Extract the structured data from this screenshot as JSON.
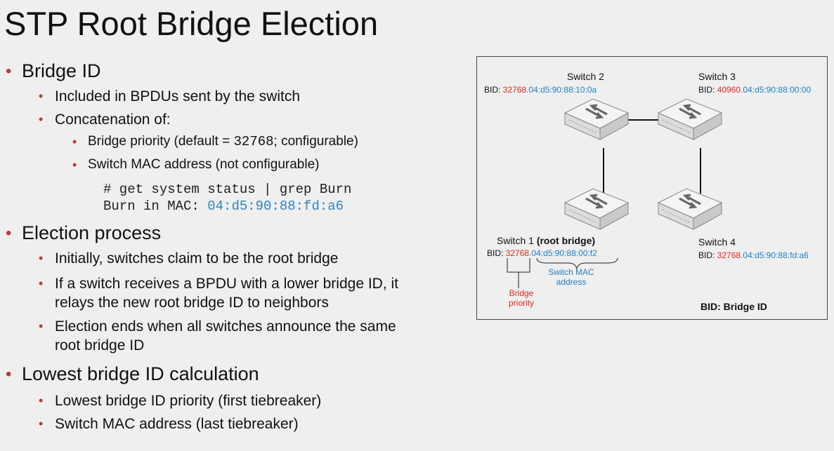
{
  "title": "STP Root Bridge Election",
  "bullets": {
    "bridge_id": "Bridge ID",
    "included": "Included in BPDUs sent by the switch",
    "concat": "Concatenation of:",
    "priority_pre": "Bridge priority (default = ",
    "priority_val": "32768",
    "priority_post": "; configurable)",
    "mac": "Switch MAC address (not configurable)",
    "code_line1": "# get system status | grep Burn",
    "code_line2_pre": "Burn in MAC: ",
    "code_line2_mac": "04:d5:90:88:fd:a6",
    "election": "Election process",
    "initially": "Initially, switches claim to be the root bridge",
    "if_receives_1": "If a switch receives a BPDU with a lower bridge ID, it",
    "if_receives_2": "relays the new root bridge ID to neighbors",
    "ends_1": "Election ends when all switches announce the same",
    "ends_2": "root bridge ID",
    "lowest": "Lowest bridge ID calculation",
    "first_tb": "Lowest bridge ID priority (first tiebreaker)",
    "last_tb": "Switch MAC address (last tiebreaker)"
  },
  "diagram": {
    "switch2": {
      "name": "Switch 2",
      "bid_label": "BID: ",
      "priority": "32768",
      "mac": ".04:d5:90:88:10:0a"
    },
    "switch3": {
      "name": "Switch 3",
      "bid_label": "BID: ",
      "priority": "40960",
      "mac": ".04:d5:90:88:00:00"
    },
    "switch1": {
      "name": "Switch 1 ",
      "root": "(root bridge)",
      "bid_label": "BID: ",
      "priority": "32768",
      "mac": ".04:d5:90:88:00:f2"
    },
    "switch4": {
      "name": "Switch 4",
      "bid_label": "BID: ",
      "priority": "32768",
      "mac": ".04:d5:90:88:fd:a6"
    },
    "bridge_priority_1": "Bridge",
    "bridge_priority_2": "priority",
    "switch_mac_1": "Switch MAC",
    "switch_mac_2": "address",
    "legend": "BID: Bridge ID"
  }
}
